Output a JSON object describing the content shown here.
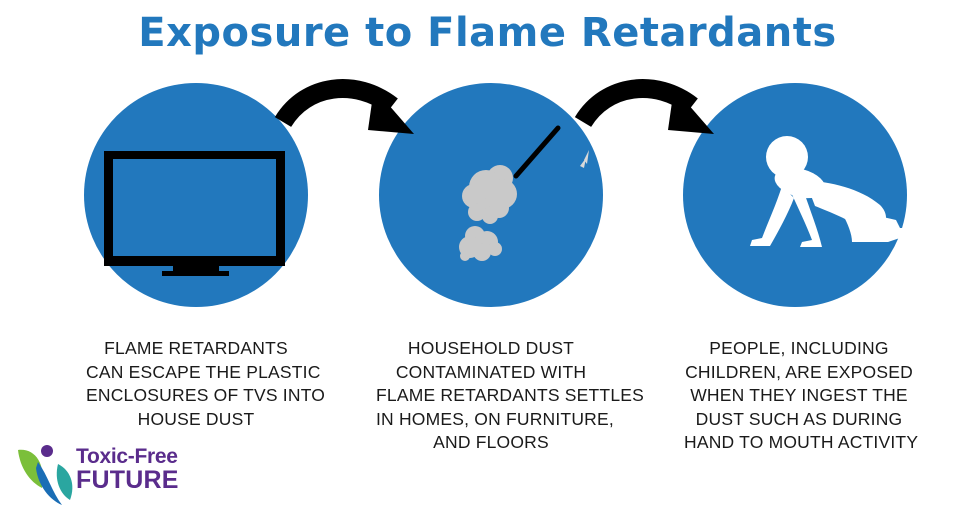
{
  "title": "Exposure to Flame Retardants",
  "colors": {
    "circle_blue": "#2278bd",
    "title_blue": "#2278bd",
    "arrow": "#000000",
    "dust": "#c6c6c6",
    "logo_purple": "#5a2c8c",
    "logo_green": "#7bbf3a"
  },
  "steps": [
    {
      "icon": "tv-icon",
      "caption_lines": [
        "FLAME RETARDANTS",
        "CAN ESCAPE THE PLASTIC",
        "ENCLOSURES OF TVS INTO",
        "HOUSE DUST"
      ]
    },
    {
      "icon": "duster-icon",
      "caption_lines": [
        "HOUSEHOLD DUST",
        "CONTAMINATED WITH",
        "FLAME RETARDANTS SETTLES",
        "IN HOMES, ON FURNITURE,",
        "AND FLOORS"
      ]
    },
    {
      "icon": "crawling-baby-icon",
      "caption_lines": [
        "PEOPLE, INCLUDING",
        "CHILDREN, ARE EXPOSED",
        "WHEN THEY INGEST THE",
        "DUST SUCH AS DURING",
        "HAND TO MOUTH ACTIVITY"
      ]
    }
  ],
  "logo": {
    "line1": "Toxic-Free",
    "line2": "FUTURE"
  }
}
